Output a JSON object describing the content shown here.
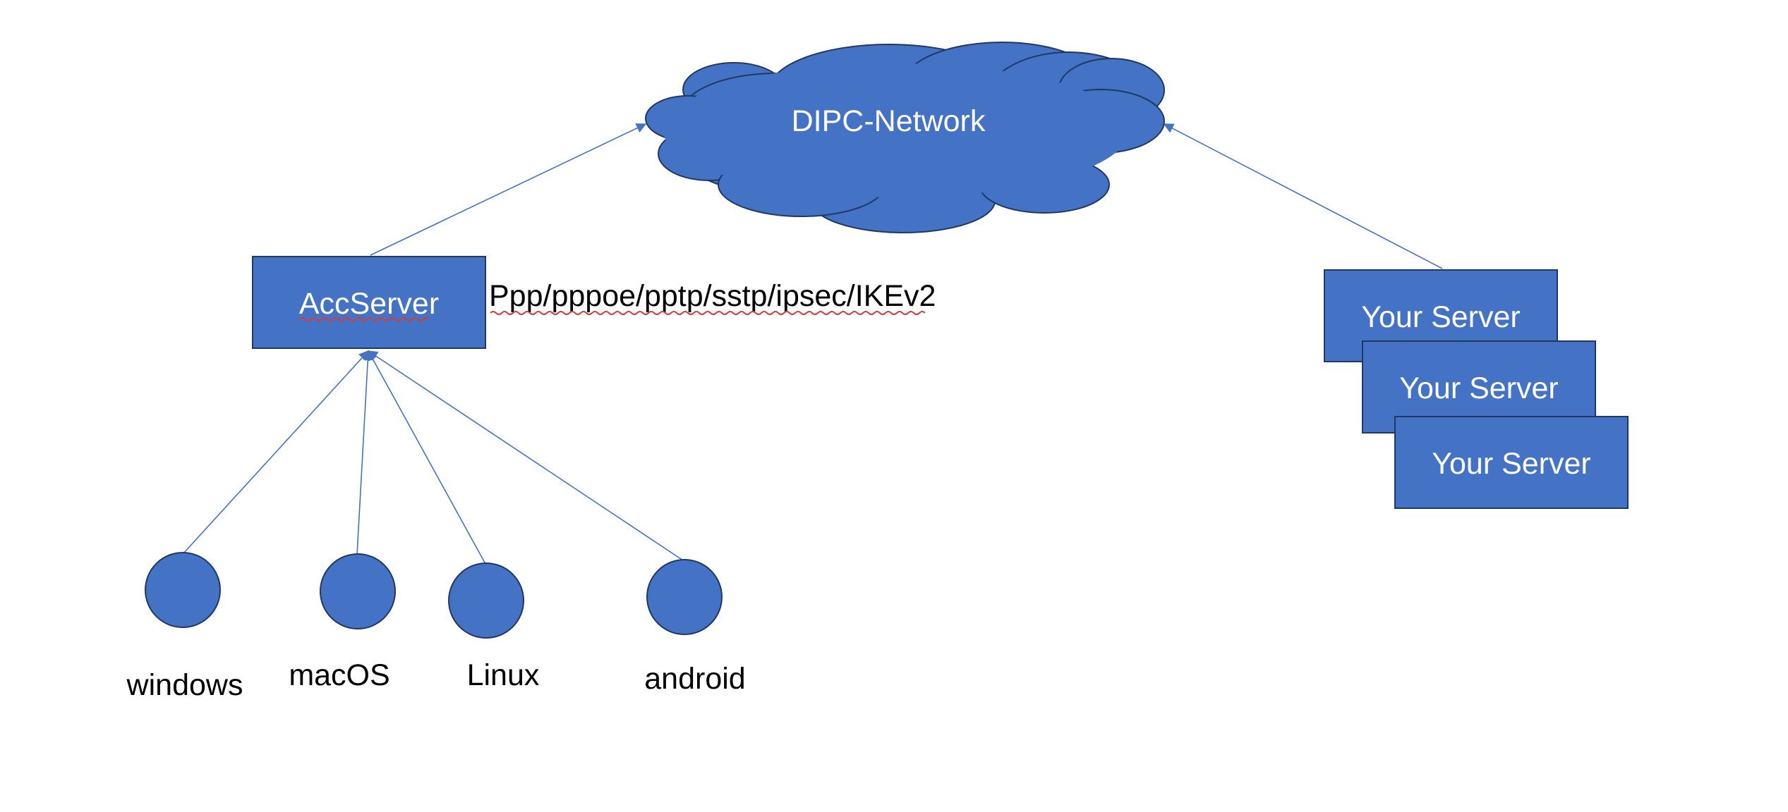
{
  "colors": {
    "node_fill": "#4472c4",
    "node_stroke": "#1f3864",
    "connector": "#4472c4",
    "spellcheck": "#d43c3c"
  },
  "cloud": {
    "label": "DIPC-Network"
  },
  "acc_server": {
    "label": "AccServer"
  },
  "protocols": {
    "label": "Ppp/pppoe/pptp/sstp/ipsec/IKEv2"
  },
  "servers": [
    {
      "label": "Your Server"
    },
    {
      "label": "Your Server"
    },
    {
      "label": "Your Server"
    }
  ],
  "clients": [
    {
      "label": "windows"
    },
    {
      "label": "macOS"
    },
    {
      "label": "Linux"
    },
    {
      "label": "android"
    }
  ]
}
